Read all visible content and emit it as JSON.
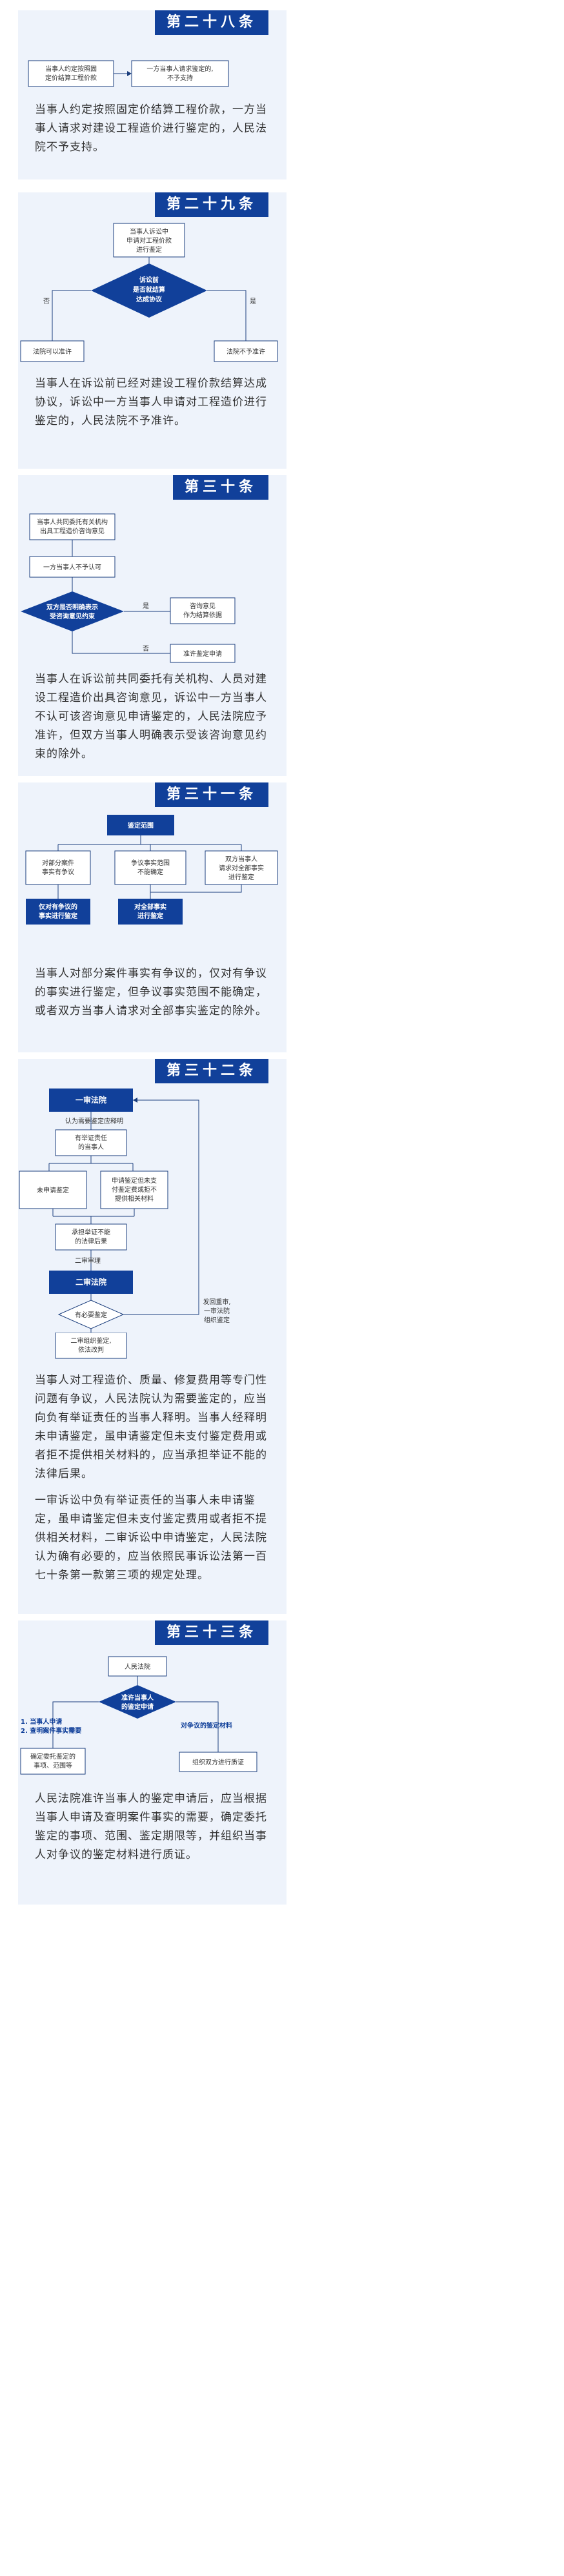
{
  "sections": [
    {
      "tag": "第二十八条",
      "diagram": {
        "box_a": [
          "当事人约定按照固",
          "定价结算工程价款"
        ],
        "box_b": [
          "一方当事人请求鉴定的,",
          "不予支持"
        ]
      },
      "paragraphs": [
        "当事人约定按照固定价结算工程价款，一方当事人请求对建设工程造价进行鉴定的，人民法院不予支持。"
      ]
    },
    {
      "tag": "第二十九条",
      "diagram": {
        "top": [
          "当事人诉讼中",
          "申请对工程价款",
          "进行鉴定"
        ],
        "diamond": [
          "诉讼前",
          "是否就结算",
          "达成协议"
        ],
        "no": "否",
        "yes": "是",
        "left": "法院可以准许",
        "right": "法院不予准许"
      },
      "paragraphs": [
        "当事人在诉讼前已经对建设工程价款结算达成协议，诉讼中一方当事人申请对工程造价进行鉴定的，人民法院不予准许。"
      ]
    },
    {
      "tag": "第三十条",
      "diagram": {
        "box1": [
          "当事人共同委托有关机构",
          "出具工程造价咨询意见"
        ],
        "box2": "一方当事人不予认可",
        "diamond": [
          "双方是否明确表示",
          "受咨询意见约束"
        ],
        "yes": "是",
        "no": "否",
        "right1": [
          "咨询意见",
          "作为结算依据"
        ],
        "right2": "准许鉴定申请"
      },
      "paragraphs": [
        "当事人在诉讼前共同委托有关机构、人员对建设工程造价出具咨询意见，诉讼中一方当事人不认可该咨询意见申请鉴定的，人民法院应予准许，但双方当事人明确表示受该咨询意见约束的除外。"
      ]
    },
    {
      "tag": "第三十一条",
      "diagram": {
        "head": "鉴定范围",
        "b1": [
          "对部分案件",
          "事实有争议"
        ],
        "b2": [
          "争议事实范围",
          "不能确定"
        ],
        "b3": [
          "双方当事人",
          "请求对全部事实",
          "进行鉴定"
        ],
        "r1": [
          "仅对有争议的",
          "事实进行鉴定"
        ],
        "r2": [
          "对全部事实",
          "进行鉴定"
        ]
      },
      "paragraphs": [
        "当事人对部分案件事实有争议的，仅对有争议的事实进行鉴定，但争议事实范围不能确定，或者双方当事人请求对全部事实鉴定的除外。"
      ]
    },
    {
      "tag": "第三十二条",
      "diagram": {
        "court1": "一审法院",
        "l1": "认为需要鉴定应释明",
        "b1": [
          "有举证责任",
          "的当事人"
        ],
        "b2": "未申请鉴定",
        "b3": [
          "申请鉴定但未支",
          "付鉴定费或拒不",
          "提供相关材料"
        ],
        "b4": [
          "承担举证不能",
          "的法律后果"
        ],
        "l2": "二审审理",
        "court2": "二审法院",
        "diamond": "有必要鉴定",
        "back": [
          "发回重审,",
          "一审法院",
          "组织鉴定"
        ],
        "b5": [
          "二审组织鉴定,",
          "依法改判"
        ]
      },
      "paragraphs": [
        "当事人对工程造价、质量、修复费用等专门性问题有争议，人民法院认为需要鉴定的，应当向负有举证责任的当事人释明。当事人经释明未申请鉴定，虽申请鉴定但未支付鉴定费用或者拒不提供相关材料的，应当承担举证不能的法律后果。",
        "一审诉讼中负有举证责任的当事人未申请鉴定，虽申请鉴定但未支付鉴定费用或者拒不提供相关材料，二审诉讼中申请鉴定，人民法院认为确有必要的，应当依照民事诉讼法第一百七十条第一款第三项的规定处理。"
      ]
    },
    {
      "tag": "第三十三条",
      "diagram": {
        "top": "人民法院",
        "diamond": [
          "准许当事人",
          "的鉴定申请"
        ],
        "left_label": [
          "1. 当事人申请",
          "2. 查明案件事实需要"
        ],
        "right_label": "对争议的鉴定材料",
        "left": [
          "确定委托鉴定的",
          "事项、范围等"
        ],
        "right": "组织双方进行质证"
      },
      "paragraphs": [
        "人民法院准许当事人的鉴定申请后，应当根据当事人申请及查明案件事实的需要，确定委托鉴定的事项、范围、鉴定期限等，并组织当事人对争议的鉴定材料进行质证。"
      ]
    }
  ]
}
